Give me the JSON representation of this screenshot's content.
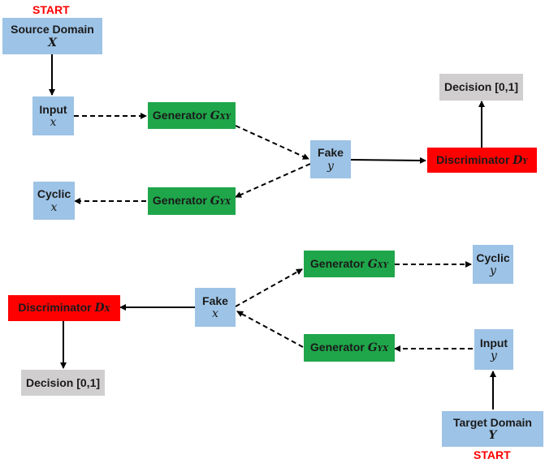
{
  "top": {
    "start": "START",
    "source": {
      "label": "Source Domain",
      "var": "X"
    },
    "input": {
      "label": "Input",
      "var": "x"
    },
    "gen_xy": {
      "label": "Generator",
      "var": "G",
      "sub": "XY"
    },
    "gen_yx": {
      "label": "Generator",
      "var": "G",
      "sub": "YX"
    },
    "fake": {
      "label": "Fake",
      "var": "y"
    },
    "disc": {
      "label": "Discriminator",
      "var": "D",
      "sub": "Y"
    },
    "decision": {
      "label": "Decision [0,1]"
    },
    "cyclic": {
      "label": "Cyclic",
      "var": "x"
    }
  },
  "bottom": {
    "start": "START",
    "target": {
      "label": "Target Domain",
      "var": "Y"
    },
    "input": {
      "label": "Input",
      "var": "y"
    },
    "gen_xy": {
      "label": "Generator",
      "var": "G",
      "sub": "XY"
    },
    "gen_yx": {
      "label": "Generator",
      "var": "G",
      "sub": "YX"
    },
    "fake": {
      "label": "Fake",
      "var": "x"
    },
    "disc": {
      "label": "Discriminator",
      "var": "D",
      "sub": "X"
    },
    "decision": {
      "label": "Decision [0,1]"
    },
    "cyclic": {
      "label": "Cyclic",
      "var": "y"
    }
  },
  "colors": {
    "domain": "#9dc3e6",
    "generator": "#1fa64a",
    "discriminator": "#ff0000",
    "decision": "#d0cece",
    "start": "#ff0000"
  }
}
